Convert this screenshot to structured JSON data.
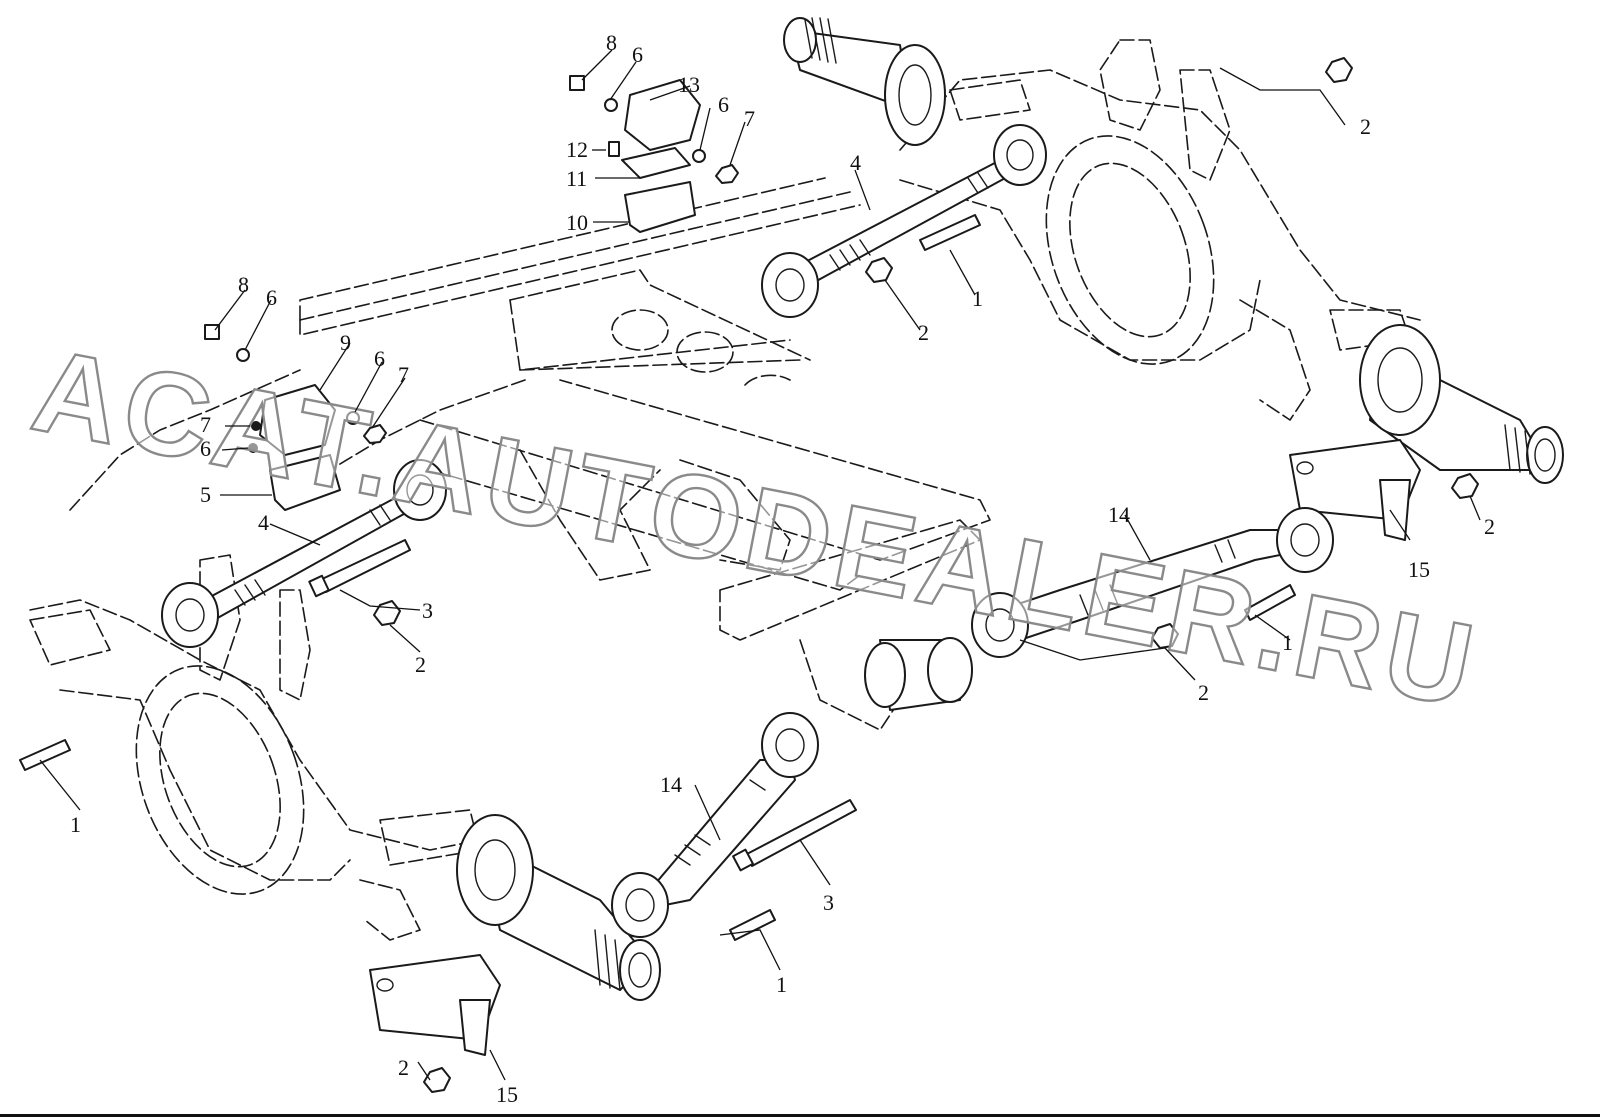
{
  "watermark": {
    "text": "ACAT.AUTODEALER.RU"
  },
  "callouts": [
    {
      "id": "c-8a",
      "label": "8"
    },
    {
      "id": "c-6a",
      "label": "6"
    },
    {
      "id": "c-13",
      "label": "13"
    },
    {
      "id": "c-6b",
      "label": "6"
    },
    {
      "id": "c-7a",
      "label": "7"
    },
    {
      "id": "c-12",
      "label": "12"
    },
    {
      "id": "c-11",
      "label": "11"
    },
    {
      "id": "c-10",
      "label": "10"
    },
    {
      "id": "c-4a",
      "label": "4"
    },
    {
      "id": "c-2a",
      "label": "2"
    },
    {
      "id": "c-1a",
      "label": "1"
    },
    {
      "id": "c-2b",
      "label": "2"
    },
    {
      "id": "c-8b",
      "label": "8"
    },
    {
      "id": "c-6c",
      "label": "6"
    },
    {
      "id": "c-9",
      "label": "9"
    },
    {
      "id": "c-6d",
      "label": "6"
    },
    {
      "id": "c-7b",
      "label": "7"
    },
    {
      "id": "c-7c",
      "label": "7"
    },
    {
      "id": "c-6e",
      "label": "6"
    },
    {
      "id": "c-5",
      "label": "5"
    },
    {
      "id": "c-4b",
      "label": "4"
    },
    {
      "id": "c-3a",
      "label": "3"
    },
    {
      "id": "c-2c",
      "label": "2"
    },
    {
      "id": "c-14a",
      "label": "14"
    },
    {
      "id": "c-2d",
      "label": "2"
    },
    {
      "id": "c-15a",
      "label": "15"
    },
    {
      "id": "c-1b",
      "label": "1"
    },
    {
      "id": "c-2e",
      "label": "2"
    },
    {
      "id": "c-1c",
      "label": "1"
    },
    {
      "id": "c-14b",
      "label": "14"
    },
    {
      "id": "c-3b",
      "label": "3"
    },
    {
      "id": "c-1d",
      "label": "1"
    },
    {
      "id": "c-2f",
      "label": "2"
    },
    {
      "id": "c-15b",
      "label": "15"
    }
  ]
}
